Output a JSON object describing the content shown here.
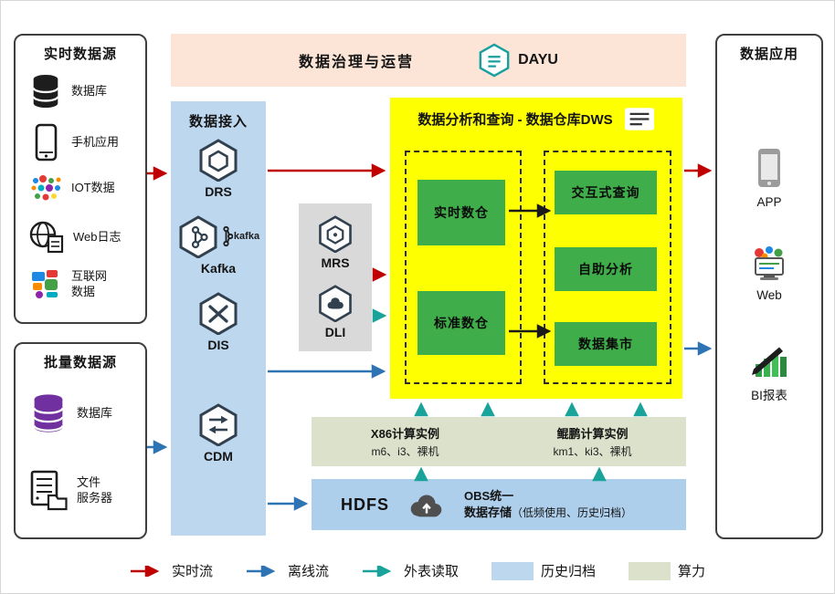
{
  "realtime_sources": {
    "title": "实时数据源",
    "items": [
      {
        "label": "数据库",
        "icon": "database-icon"
      },
      {
        "label": "手机应用",
        "icon": "phone-icon"
      },
      {
        "label": "IOT数据",
        "icon": "iot-icon"
      },
      {
        "label": "Web日志",
        "icon": "weblog-icon"
      },
      {
        "label": "互联网\n数据",
        "icon": "internet-data-icon"
      }
    ]
  },
  "batch_sources": {
    "title": "批量数据源",
    "items": [
      {
        "label": "数据库",
        "icon": "purple-database-icon"
      },
      {
        "label": "文件\n服务器",
        "icon": "file-server-icon"
      }
    ]
  },
  "governance": {
    "title": "数据治理与运营",
    "logo_text": "DAYU"
  },
  "ingestion": {
    "title": "数据接入",
    "services": [
      {
        "label": "DRS"
      },
      {
        "label": "Kafka",
        "logo_text": "kafka"
      },
      {
        "label": "DIS"
      },
      {
        "label": "CDM"
      }
    ]
  },
  "shared": {
    "services": [
      {
        "label": "MRS"
      },
      {
        "label": "DLI"
      }
    ]
  },
  "dws": {
    "title": "数据分析和查询 - 数据仓库DWS",
    "warehouses": [
      {
        "label": "实时数仓"
      },
      {
        "label": "标准数仓"
      }
    ],
    "services": [
      {
        "label": "交互式查询"
      },
      {
        "label": "自助分析"
      },
      {
        "label": "数据集市"
      }
    ]
  },
  "compute": {
    "x86": {
      "title": "X86计算实例",
      "detail": "m6、i3、裸机"
    },
    "kunpeng": {
      "title": "鲲鹏计算实例",
      "detail": "km1、ki3、裸机"
    }
  },
  "storage": {
    "hdfs": "HDFS",
    "obs_line1": "OBS统一",
    "obs_line2_bold": "数据存储",
    "obs_line2_note": "（低频使用、历史归档）"
  },
  "applications": {
    "title": "数据应用",
    "items": [
      {
        "label": "APP",
        "icon": "app-icon"
      },
      {
        "label": "Web",
        "icon": "web-icon"
      },
      {
        "label": "BI报表",
        "icon": "bi-report-icon"
      }
    ]
  },
  "legend": {
    "realtime": "实时流",
    "offline": "离线流",
    "external": "外表读取",
    "archive": "历史归档",
    "compute": "算力"
  },
  "colors": {
    "realtime_flow": "#c00000",
    "offline_flow": "#2e74b5",
    "external_read": "#19a39a",
    "history_archive": "#bdd7ee",
    "compute_power": "#dbe1ca",
    "dws_yellow": "#feff00",
    "warehouse_green": "#3fad49",
    "ingestion_blue": "#bdd7ee",
    "governance_peach": "#fce4d6",
    "storage_blue": "#aecfeb"
  }
}
